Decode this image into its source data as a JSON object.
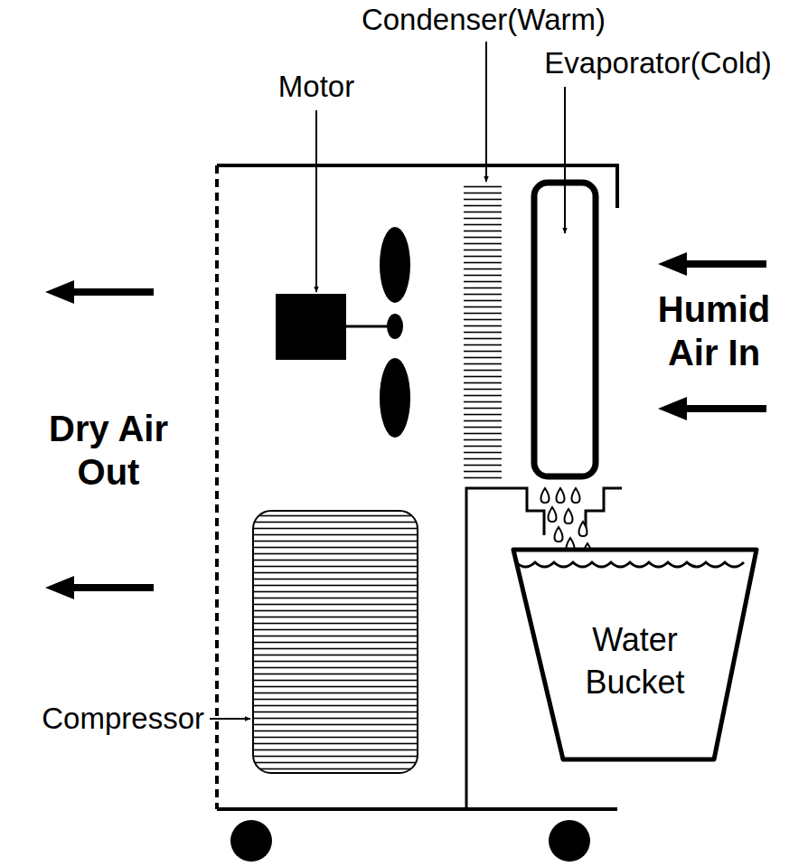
{
  "diagram": {
    "nodes": [
      {
        "text": [
          "Water Bucket"
        ]
      }
    ],
    "labels": [
      "Condenser(Warm)",
      "Motor",
      "Evaporator(Cold)",
      "Humid Air In",
      "Dry Air Out",
      "Compressor"
    ]
  }
}
